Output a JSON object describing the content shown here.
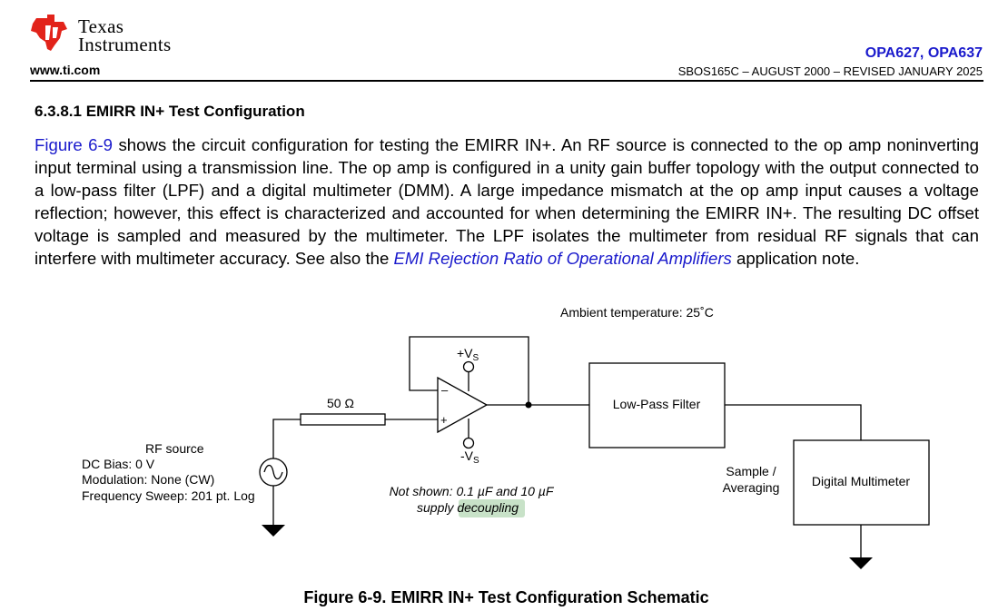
{
  "header": {
    "logo": {
      "line1": "Texas",
      "line2": "Instruments",
      "brand_color": "#e2231a"
    },
    "website": "www.ti.com",
    "part_numbers": "OPA627, OPA637",
    "doc_id": "SBOS165C – AUGUST 2000 – REVISED JANUARY 2025"
  },
  "section": {
    "title": "6.3.8.1 EMIRR IN+ Test Configuration",
    "paragraph": {
      "figure_link": "Figure 6-9",
      "text1": " shows the circuit configuration for testing the EMIRR IN+. An RF source is connected to the op amp noninverting input terminal using a transmission line. The op amp is configured in a unity gain buffer topology with the output connected to a low-pass filter (LPF) and a digital multimeter (DMM). A large impedance mismatch at the op amp input causes a voltage reflection; however, this effect is characterized and accounted for when determining the EMIRR IN+. The resulting DC offset voltage is sampled and measured by the multimeter. The LPF isolates the multimeter from residual RF signals that can interfere with multimeter accuracy. See also the ",
      "app_note_link": "EMI Rejection Ratio of Operational Amplifiers",
      "text2": " application note."
    }
  },
  "schematic": {
    "ambient": "Ambient temperature: 25˚C",
    "resistor": "50 Ω",
    "vplus": "+V",
    "vminus": "-V",
    "supply_sub": "S",
    "minus_sign": "–",
    "plus_sign": "+",
    "rf_source": {
      "title": "RF source",
      "dc_bias": "DC Bias: 0 V",
      "modulation": "Modulation: None (CW)",
      "sweep": "Frequency Sweep: 201 pt. Log"
    },
    "note_line1": "Not shown: 0.1 µF and 10 µF",
    "note_line2_a": "supply ",
    "note_line2_b": "decoupling",
    "highlight_color": "#c8e2c8",
    "lpf": "Low-Pass Filter",
    "sample_line1": "Sample /",
    "sample_line2": "Averaging",
    "dmm": "Digital Multimeter"
  },
  "figure_caption": "Figure 6-9. EMIRR IN+ Test Configuration Schematic"
}
